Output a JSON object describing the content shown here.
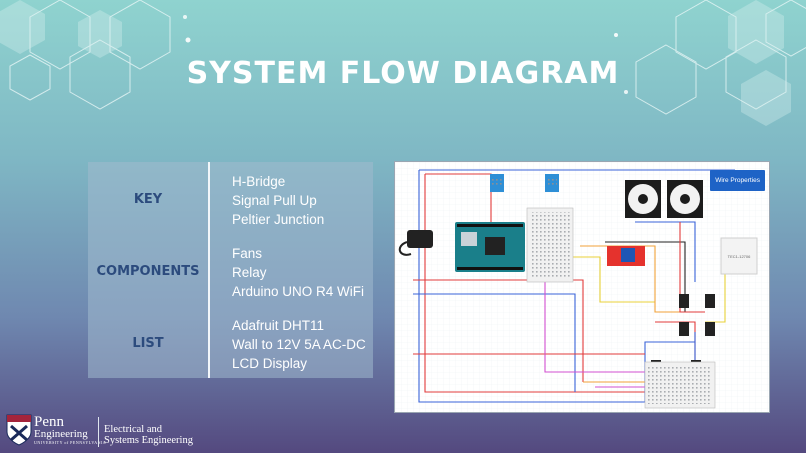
{
  "slide": {
    "title": "SYSTEM FLOW DIAGRAM"
  },
  "legend": {
    "headings": [
      "KEY",
      "COMPONENTS",
      "LIST"
    ],
    "items": [
      "H-Bridge",
      "Signal Pull Up",
      "Peltier Junction",
      "Fans",
      "Relay",
      "Arduino UNO R4 WiFi",
      "Adafruit DHT11",
      "Wall to 12V 5A AC-DC",
      "LCD Display"
    ]
  },
  "schematic": {
    "wire_properties_label": "Wire Properties",
    "peltier_label": "TEC1-12706",
    "wire_colors": {
      "red": "#e23b3b",
      "blue": "#3a63d8",
      "orange": "#f0a23a",
      "magenta": "#d24fd0",
      "yellow": "#e8d23a",
      "black": "#222222"
    },
    "icons": [
      "ac-adapter-icon",
      "fan-icon",
      "dht11-sensor-icon",
      "arduino-board-icon",
      "relay-module-icon",
      "mosfet-icon"
    ]
  },
  "footer": {
    "logo_penn": "Penn",
    "logo_engineering": "Engineering",
    "logo_university": "UNIVERSITY of PENNSYLVANIA",
    "department_line1": "Electrical and",
    "department_line2": "Systems Engineering"
  }
}
